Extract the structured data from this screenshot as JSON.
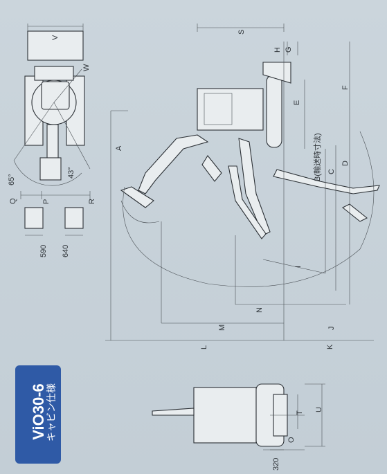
{
  "model_badge": {
    "model": "ViO30-6",
    "subtitle": "キャビン仕様",
    "color": "#2f5aa6"
  },
  "dimension_labels": {
    "V": "V",
    "W": "W",
    "angle_65": "65°",
    "angle_43": "43°",
    "Q": "Q",
    "P": "P",
    "R": "R",
    "bucket_590": "590",
    "bucket_640": "640",
    "S": "S",
    "H": "H",
    "G": "G",
    "F": "F",
    "E": "E",
    "A": "A",
    "B_note": "B(輸送時寸法)",
    "C": "C",
    "D": "D",
    "I": "I",
    "N": "N",
    "M": "M",
    "J": "J",
    "L": "L",
    "K": "K",
    "T": "T",
    "U": "U",
    "O": "O",
    "blade_320": "320"
  }
}
